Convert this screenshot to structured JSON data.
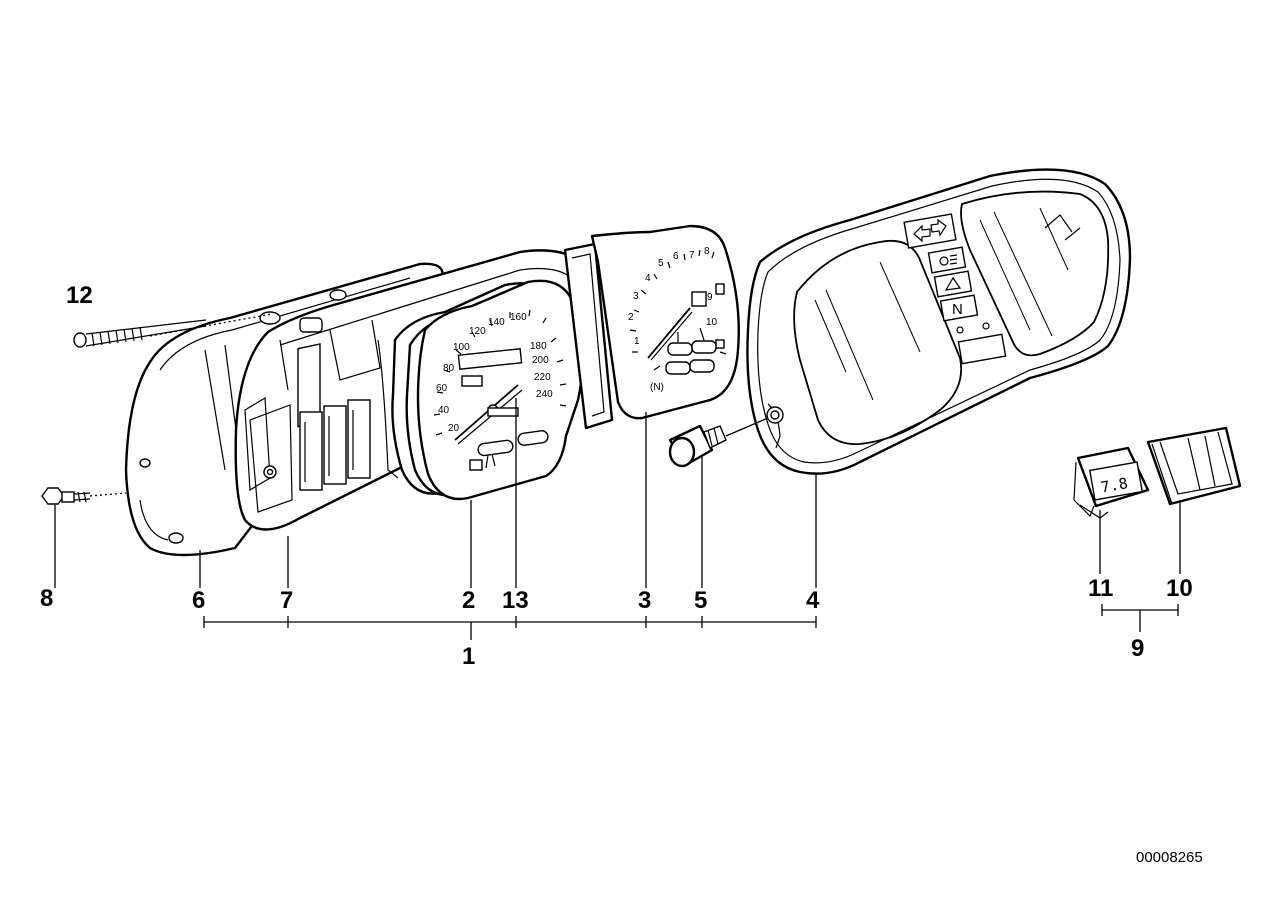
{
  "callouts": {
    "c1": "1",
    "c2": "2",
    "c3": "3",
    "c4": "4",
    "c5": "5",
    "c6": "6",
    "c7": "7",
    "c8": "8",
    "c9": "9",
    "c10": "10",
    "c11": "11",
    "c12": "12",
    "c13": "13"
  },
  "speedometer_scale": [
    "20",
    "40",
    "60",
    "80",
    "100",
    "120",
    "140",
    "160",
    "180",
    "200",
    "220",
    "240"
  ],
  "tachometer_scale": [
    "1",
    "2",
    "3",
    "4",
    "5",
    "6",
    "7",
    "8",
    "9",
    "10"
  ],
  "gear_display": "7.8",
  "indicator_symbols": {
    "neutral": "N"
  },
  "reference_number": "00008265"
}
